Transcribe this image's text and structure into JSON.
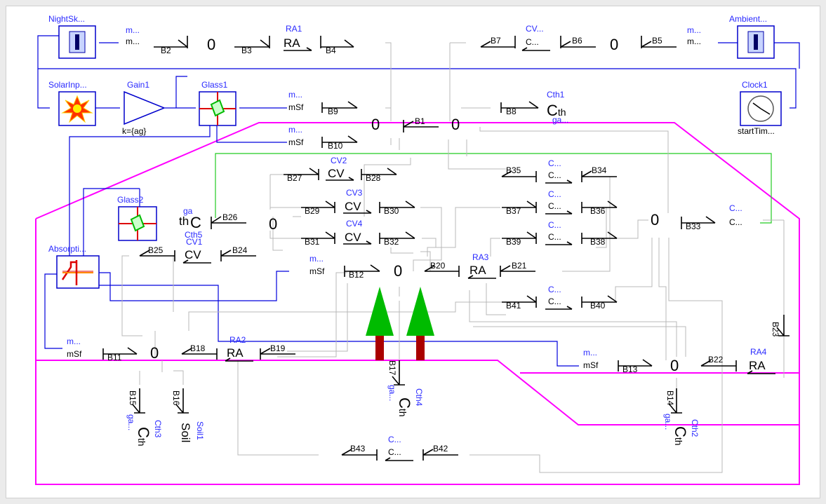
{
  "colors": {
    "boundary": "#ff00ff",
    "signal": "#0000dd",
    "bond": "#000000",
    "label": "#2a2aff",
    "tree": "#00aa00",
    "trunk": "#aa0000"
  },
  "components": {
    "nightsky": "NightSk...",
    "ambient": "Ambient...",
    "solar": "SolarInp...",
    "gain": "Gain1",
    "gain_param": "k={ag}",
    "glass1": "Glass1",
    "glass2": "Glass2",
    "clock": "Clock1",
    "clock_param": "startTim...",
    "absorption": "Absorpti...",
    "cth1": "Cth1",
    "cth2": "Cth2",
    "cth3": "Cth3",
    "cth4": "Cth4",
    "cth5": "Cth5",
    "soil1": "Soil1",
    "ra1": "RA1",
    "ra2": "RA2",
    "ra3": "RA3",
    "ra4": "RA4",
    "cv_top": "CV...",
    "cv1": "CV1",
    "cv2": "CV2",
    "cv3": "CV3",
    "cv4": "CV4",
    "c_ellipsis": "C...",
    "ga": "ga",
    "ga_ellipsis": "ga...",
    "m_ellipsis": "m..."
  },
  "symbols": {
    "zero": "0",
    "ra": "RA",
    "cv": "CV",
    "cth": "Cth",
    "c_letter": "C",
    "th": "th",
    "msf": "mSf",
    "soil": "Soil"
  },
  "bonds": [
    "B1",
    "B2",
    "B3",
    "B4",
    "B5",
    "B6",
    "B7",
    "B8",
    "B9",
    "B10",
    "B11",
    "B12",
    "B13",
    "B14",
    "B15",
    "B16",
    "B17",
    "B18",
    "B19",
    "B20",
    "B21",
    "B22",
    "B23",
    "B24",
    "B25",
    "B26",
    "B27",
    "B28",
    "B29",
    "B30",
    "B31",
    "B32",
    "B33",
    "B34",
    "B35",
    "B36",
    "B37",
    "B38",
    "B39",
    "B40",
    "B41",
    "B42",
    "B43"
  ]
}
